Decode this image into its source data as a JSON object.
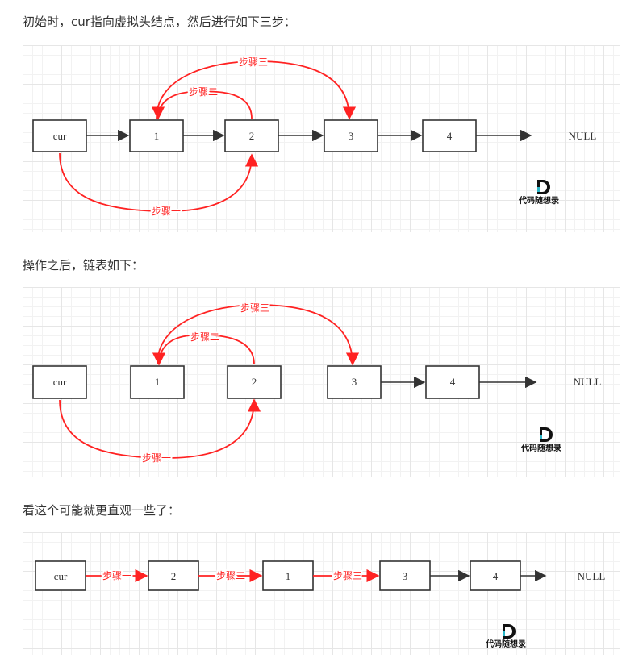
{
  "captions": {
    "intro": "初始时，cur指向虚拟头结点，然后进行如下三步：",
    "after": "操作之后，链表如下：",
    "intuitive": "看这个可能就更直观一些了："
  },
  "nodes": {
    "cur": "cur",
    "n1": "1",
    "n2": "2",
    "n3": "3",
    "n4": "4",
    "null": "NULL"
  },
  "steps": {
    "one": "步骤一",
    "two": "步骤二",
    "three": "步骤三"
  },
  "logo": {
    "text": "代码随想录"
  },
  "colors": {
    "step_arrow": "#ff2222",
    "link_arrow": "#333333",
    "logo_accent": "#29b6c8"
  }
}
